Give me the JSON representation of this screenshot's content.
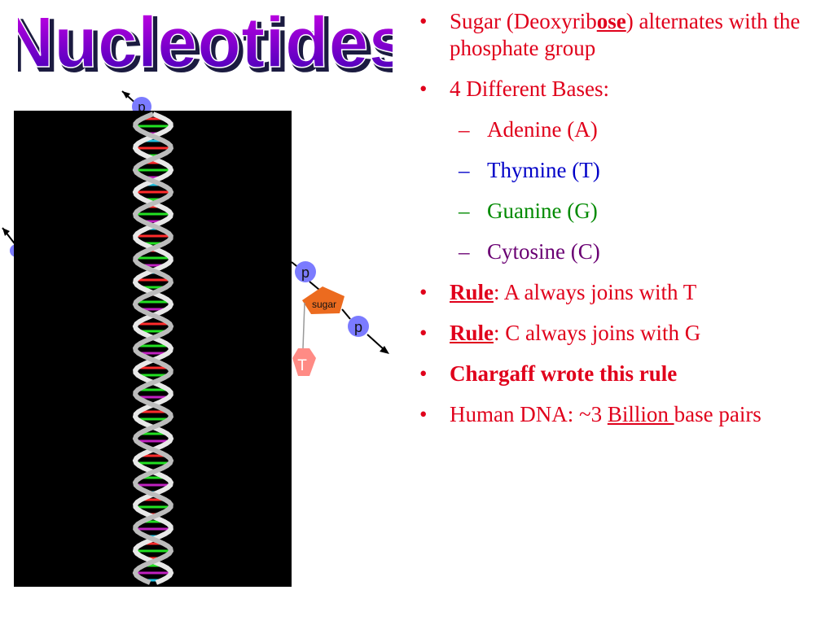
{
  "slide": {
    "title": "Nucleotides",
    "colors": {
      "title_top": "#c300e0",
      "title_bottom": "#3d00b8",
      "bullet_text": "#e0001b",
      "adenine": "#e0001b",
      "thymine": "#0000c8",
      "guanine": "#008a00",
      "cytosine": "#6a0073"
    },
    "bullets": [
      {
        "parts": [
          "Sugar (Deoxyrib",
          "ose",
          ") alternates with the phosphate group"
        ]
      },
      {
        "text": "4 Different Bases:"
      },
      {
        "text": "Rule",
        "rest": ": A always joins with T"
      },
      {
        "text": "Rule",
        "rest": ": C always joins with G"
      },
      {
        "text": "Chargaff wrote this rule"
      },
      {
        "parts": [
          "Human DNA: ~3 ",
          "Billion ",
          "base pairs"
        ]
      }
    ],
    "bases": [
      {
        "name": "Adenine (A)"
      },
      {
        "name": "Thymine (T)"
      },
      {
        "name": "Guanine (G)"
      },
      {
        "name": "Cytosine (C)"
      }
    ],
    "bullet_symbol": "•",
    "dash_symbol": "–",
    "diagram": {
      "phosphate_label": "p",
      "sugar_label": "sugar",
      "base_label": "T"
    }
  }
}
